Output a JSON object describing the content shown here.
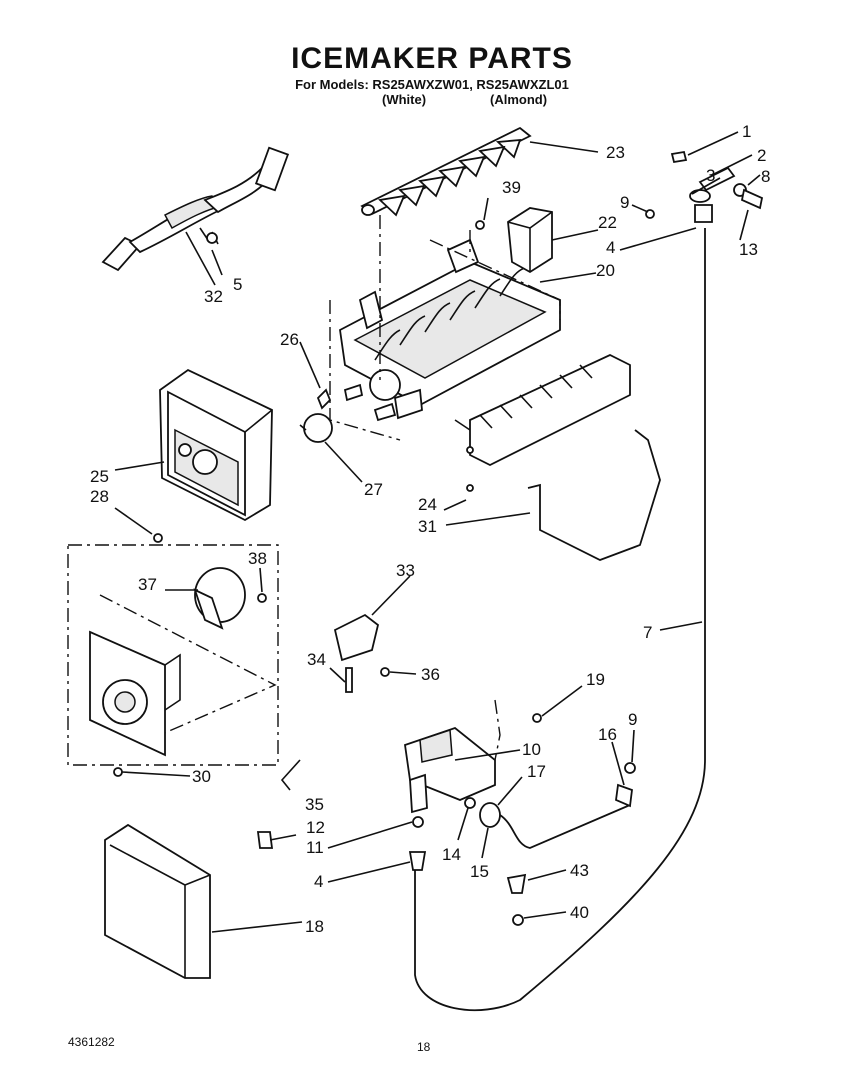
{
  "header": {
    "title": "ICEMAKER PARTS",
    "models_line": "For Models: RS25AWXZW01, RS25AWXZL01",
    "color_white": "(White)",
    "color_almond": "(Almond)"
  },
  "footer": {
    "doc_number": "4361282",
    "page_number": "18"
  },
  "callouts": {
    "c1": "1",
    "c2": "2",
    "c3": "3",
    "c4a": "4",
    "c4b": "4",
    "c5": "5",
    "c7": "7",
    "c8": "8",
    "c9a": "9",
    "c9b": "9",
    "c10": "10",
    "c11": "11",
    "c12": "12",
    "c13": "13",
    "c14": "14",
    "c15": "15",
    "c16": "16",
    "c17": "17",
    "c18": "18",
    "c19": "19",
    "c20": "20",
    "c22": "22",
    "c23": "23",
    "c24": "24",
    "c25": "25",
    "c26": "26",
    "c27": "27",
    "c28": "28",
    "c30": "30",
    "c31": "31",
    "c32": "32",
    "c33": "33",
    "c34": "34",
    "c35": "35",
    "c36": "36",
    "c37": "37",
    "c38": "38",
    "c39": "39",
    "c40": "40",
    "c43": "43"
  }
}
